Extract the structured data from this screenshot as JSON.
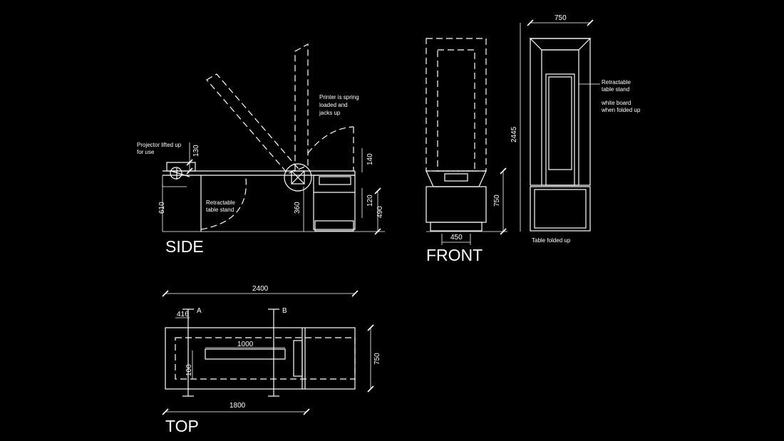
{
  "views": {
    "side": "SIDE",
    "front": "FRONT",
    "top": "TOP"
  },
  "notes": {
    "projector": [
      "Projector lifted up",
      "for use"
    ],
    "printer": [
      "Printer is spring",
      "loaded and",
      "jacks up"
    ],
    "side_stand": [
      "Retractable",
      "table stand"
    ],
    "folded_stand": [
      "Retractable",
      "table stand"
    ],
    "whiteboard": [
      "white board",
      "when folded up"
    ],
    "table_folded": "Table folded up"
  },
  "dimensions": {
    "side": {
      "d130": "130",
      "d140": "140",
      "d120": "120",
      "d490": "490",
      "d360": "360",
      "d610": "610"
    },
    "front": {
      "d450": "450",
      "d750": "750"
    },
    "folded": {
      "d750": "750",
      "d2445": "2445"
    },
    "top": {
      "d2400": "2400",
      "d416": "416",
      "d1000": "1000",
      "d100": "100",
      "d1800": "1800",
      "d750": "750"
    }
  },
  "section_marks": {
    "a": "A",
    "b": "B"
  },
  "colors": {
    "background": "#000000",
    "linework": "#ffffff"
  }
}
